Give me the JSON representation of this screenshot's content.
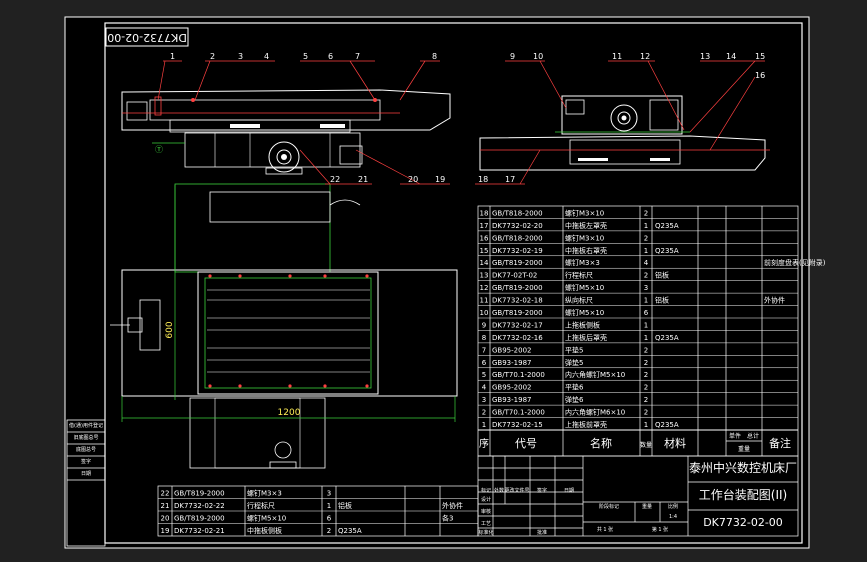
{
  "drawing": {
    "number_box": "DK7732-02-00",
    "company": "泰州中兴数控机床厂",
    "title": "工作台装配图(II)",
    "number": "DK7732-02-00"
  },
  "callouts_top": [
    "1",
    "2",
    "3",
    "4",
    "5",
    "6",
    "7",
    "8",
    "9",
    "10",
    "11",
    "12",
    "13",
    "14",
    "15",
    "16"
  ],
  "callouts_bottom": [
    "22",
    "21",
    "20",
    "19",
    "18",
    "17"
  ],
  "dims": {
    "height": "600",
    "width": "1200"
  },
  "bom_header": {
    "seq": "序",
    "code": "代号",
    "name": "名称",
    "qty": "数量",
    "material": "材料",
    "unit": "单件",
    "total": "总计",
    "weight": "重量",
    "remark": "备注"
  },
  "bom_right": [
    {
      "no": "18",
      "code": "GB/T818-2000",
      "name": "螺钉M3×10",
      "qty": "2",
      "mat": "",
      "rem": ""
    },
    {
      "no": "17",
      "code": "DK7732-02-20",
      "name": "中拖板左罩壳",
      "qty": "1",
      "mat": "Q235A",
      "rem": ""
    },
    {
      "no": "16",
      "code": "GB/T818-2000",
      "name": "螺钉M3×10",
      "qty": "2",
      "mat": "",
      "rem": ""
    },
    {
      "no": "15",
      "code": "DK7732-02-19",
      "name": "中拖板右罩壳",
      "qty": "1",
      "mat": "Q235A",
      "rem": ""
    },
    {
      "no": "14",
      "code": "GB/T819-2000",
      "name": "螺钉M3×3",
      "qty": "4",
      "mat": "",
      "rem": "前刻度盘表(见附录)"
    },
    {
      "no": "13",
      "code": "DK77-02T-02",
      "name": "行程标尺",
      "qty": "2",
      "mat": "铝板",
      "rem": ""
    },
    {
      "no": "12",
      "code": "GB/T819-2000",
      "name": "螺钉M5×10",
      "qty": "3",
      "mat": "",
      "rem": ""
    },
    {
      "no": "11",
      "code": "DK7732-02-18",
      "name": "纵向标尺",
      "qty": "1",
      "mat": "铝板",
      "rem": "外协件"
    },
    {
      "no": "10",
      "code": "GB/T819-2000",
      "name": "螺钉M5×10",
      "qty": "6",
      "mat": "",
      "rem": ""
    },
    {
      "no": "9",
      "code": "DK7732-02-17",
      "name": "上拖板侧板",
      "qty": "1",
      "mat": "",
      "rem": ""
    },
    {
      "no": "8",
      "code": "DK7732-02-16",
      "name": "上拖板后罩壳",
      "qty": "1",
      "mat": "Q235A",
      "rem": ""
    },
    {
      "no": "7",
      "code": "GB95-2002",
      "name": "平垫5",
      "qty": "2",
      "mat": "",
      "rem": ""
    },
    {
      "no": "6",
      "code": "GB93-1987",
      "name": "弹垫5",
      "qty": "2",
      "mat": "",
      "rem": ""
    },
    {
      "no": "5",
      "code": "GB/T70.1-2000",
      "name": "内六角螺钉M5×10",
      "qty": "2",
      "mat": "",
      "rem": ""
    },
    {
      "no": "4",
      "code": "GB95-2002",
      "name": "平垫6",
      "qty": "2",
      "mat": "",
      "rem": ""
    },
    {
      "no": "3",
      "code": "GB93-1987",
      "name": "弹垫6",
      "qty": "2",
      "mat": "",
      "rem": ""
    },
    {
      "no": "2",
      "code": "GB/T70.1-2000",
      "name": "内六角螺钉M6×10",
      "qty": "2",
      "mat": "",
      "rem": ""
    },
    {
      "no": "1",
      "code": "DK7732-02-15",
      "name": "上拖板前罩壳",
      "qty": "1",
      "mat": "Q235A",
      "rem": ""
    }
  ],
  "bom_left": [
    {
      "no": "22",
      "code": "GB/T819-2000",
      "name": "螺钉M3×3",
      "qty": "3",
      "mat": "",
      "rem": ""
    },
    {
      "no": "21",
      "code": "DK7732-02-22",
      "name": "行程标尺",
      "qty": "1",
      "mat": "铝板",
      "rem": "外协件"
    },
    {
      "no": "20",
      "code": "GB/T819-2000",
      "name": "螺钉M5×10",
      "qty": "6",
      "mat": "",
      "rem": "各3"
    },
    {
      "no": "19",
      "code": "DK7732-02-21",
      "name": "中拖板侧板",
      "qty": "2",
      "mat": "Q235A",
      "rem": ""
    }
  ],
  "sidebar_labels": [
    "借(通)用件登记",
    "旧底图总号",
    "底图总号",
    "签字",
    "日期"
  ],
  "title_block": {
    "labels": [
      "标记",
      "处数",
      "更改文件号",
      "签字",
      "日期"
    ],
    "roles": [
      "设计",
      "审核",
      "工艺",
      "标准化",
      "批准"
    ],
    "stage": "阶段标记",
    "weight": "重量",
    "scale": "比例",
    "scale_value": "1:4",
    "sheets": "共 1 张",
    "sheet_no": "第 1 张"
  }
}
